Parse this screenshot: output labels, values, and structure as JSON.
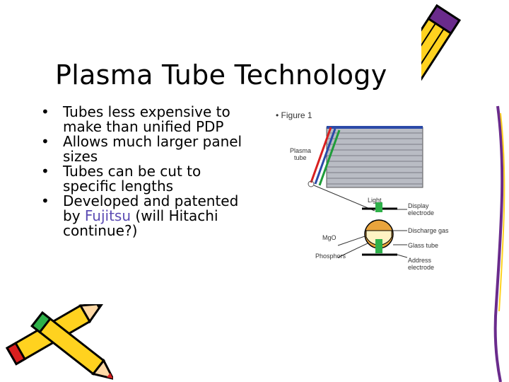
{
  "slide": {
    "title": "Plasma Tube Technology",
    "bullets": [
      {
        "prefix": "Tubes less expensive to make than unified PDP",
        "highlight": "",
        "suffix": ""
      },
      {
        "prefix": "Allows much larger panel sizes",
        "highlight": "",
        "suffix": ""
      },
      {
        "prefix": "Tubes can be cut to specific lengths",
        "highlight": "",
        "suffix": ""
      },
      {
        "prefix": "Developed and patented by ",
        "highlight": "Fujitsu",
        "suffix": " (will Hitachi continue?)"
      }
    ],
    "bullet_glyph": "•",
    "accent_color": "#5b4bb3"
  },
  "figure": {
    "caption": "• Figure 1",
    "labels": {
      "plasma": "Plasma",
      "tube": "tube",
      "light": "Light",
      "display1": "Display",
      "display2": "electrode",
      "discharge_gas": "Discharge gas",
      "mgo": "MgO",
      "glass_tube": "Glass tube",
      "phosphors": "Phosphors",
      "address1": "Address",
      "address2": "electrode"
    }
  },
  "decorations": {
    "right_pencil_icon": "pencil-icon",
    "left_pencils_icon": "crossed-pencils-icon"
  }
}
